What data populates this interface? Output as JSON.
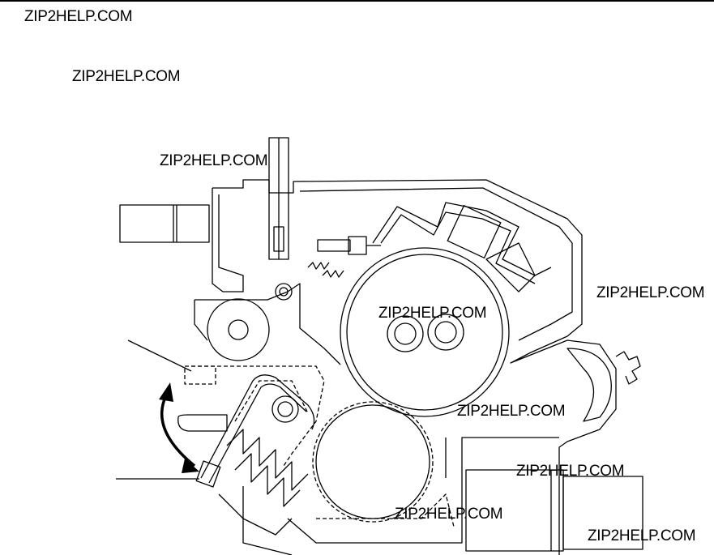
{
  "watermarks": [
    {
      "text": "ZIP2HELP.COM"
    },
    {
      "text": "ZIP2HELP.COM"
    },
    {
      "text": "ZIP2HELP.COM"
    },
    {
      "text": "ZIP2HELP.COM"
    },
    {
      "text": "ZIP2HELP.COM"
    },
    {
      "text": "ZIP2HELP.COM"
    },
    {
      "text": "ZIP2HELP.COM"
    },
    {
      "text": "ZIP2HELP.COM"
    },
    {
      "text": "ZIP2HELP.COM"
    }
  ],
  "colors": {
    "line": "#000000",
    "background": "#ffffff"
  }
}
